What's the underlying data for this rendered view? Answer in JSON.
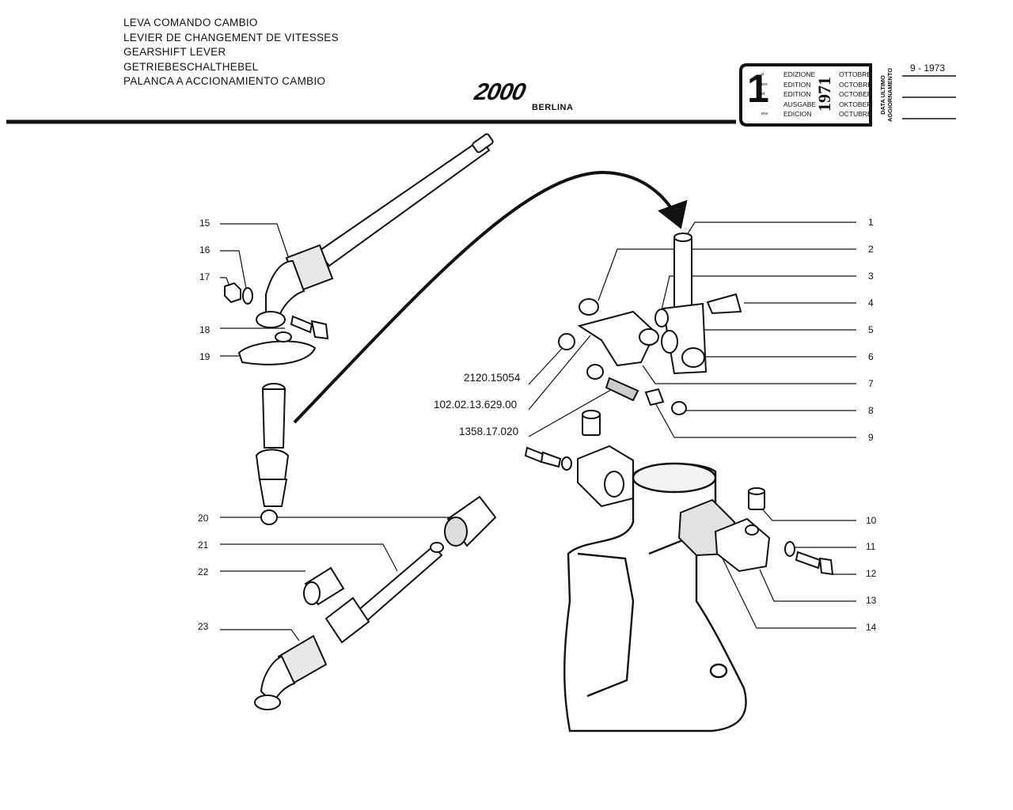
{
  "header": {
    "title_lines": [
      "LEVA COMANDO CAMBIO",
      "LEVIER DE CHANGEMENT DE VITESSES",
      "GEARSHIFT LEVER",
      "GETRIEBESCHALTHEBEL",
      "PALANCA A ACCIONAMIENTO CAMBIO"
    ],
    "model_logo": "2000",
    "model_sub": "BERLINA"
  },
  "edition_box": {
    "big_number": "1",
    "superscripts": [
      "a",
      "ere",
      "st",
      ".",
      "era"
    ],
    "edition_words": [
      "EDIZIONE",
      "EDITION",
      "EDITION",
      "AUSGABE",
      "EDICION"
    ],
    "year": "1971",
    "months": [
      "OTTOBRE",
      "OCTOBRE",
      "OCTOBER",
      "OKTOBER",
      "OCTUBRE"
    ],
    "update_label_1": "DATA ULTIMO",
    "update_label_2": "AGGIORNAMENTO",
    "update_date": "9 - 1973"
  },
  "left_callouts": [
    "15",
    "16",
    "17",
    "18",
    "19",
    "20",
    "21",
    "22",
    "23"
  ],
  "right_callouts": [
    "1",
    "2",
    "3",
    "4",
    "5",
    "6",
    "7",
    "8",
    "9",
    "10",
    "11",
    "12",
    "13",
    "14"
  ],
  "part_numbers": [
    "2120.15054",
    "102.02.13.629.00",
    "1358.17.020"
  ],
  "colors": {
    "ink": "#111111",
    "paper": "#ffffff"
  }
}
